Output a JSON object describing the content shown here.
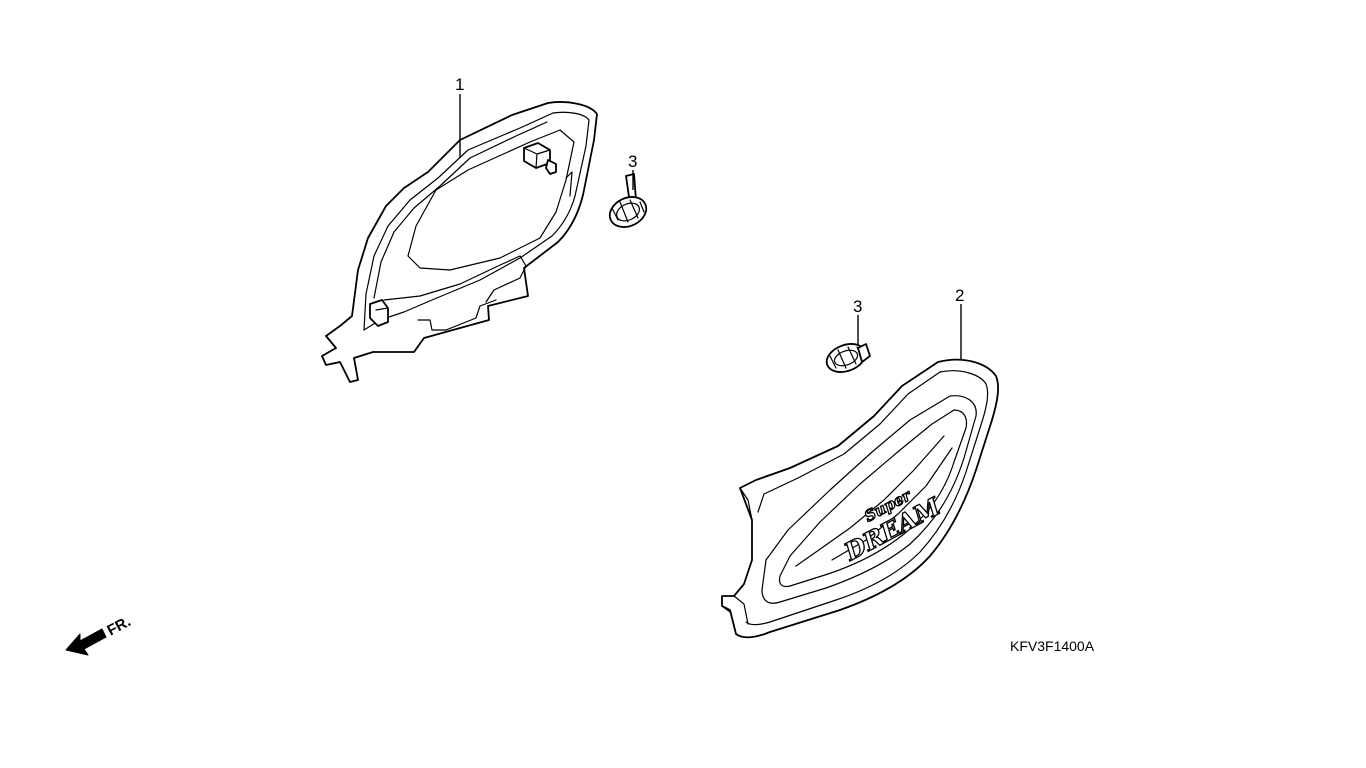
{
  "callouts": {
    "part_1": "1",
    "part_2": "2",
    "part_3_upper": "3",
    "part_3_lower": "3"
  },
  "direction_label": "FR.",
  "diagram_code": "KFV3F1400A",
  "logo": {
    "line1": "Super",
    "line2": "DREAM"
  },
  "icons": {
    "front_arrow": "front-direction-arrow-icon"
  },
  "colors": {
    "background": "#ffffff",
    "line": "#000000"
  }
}
